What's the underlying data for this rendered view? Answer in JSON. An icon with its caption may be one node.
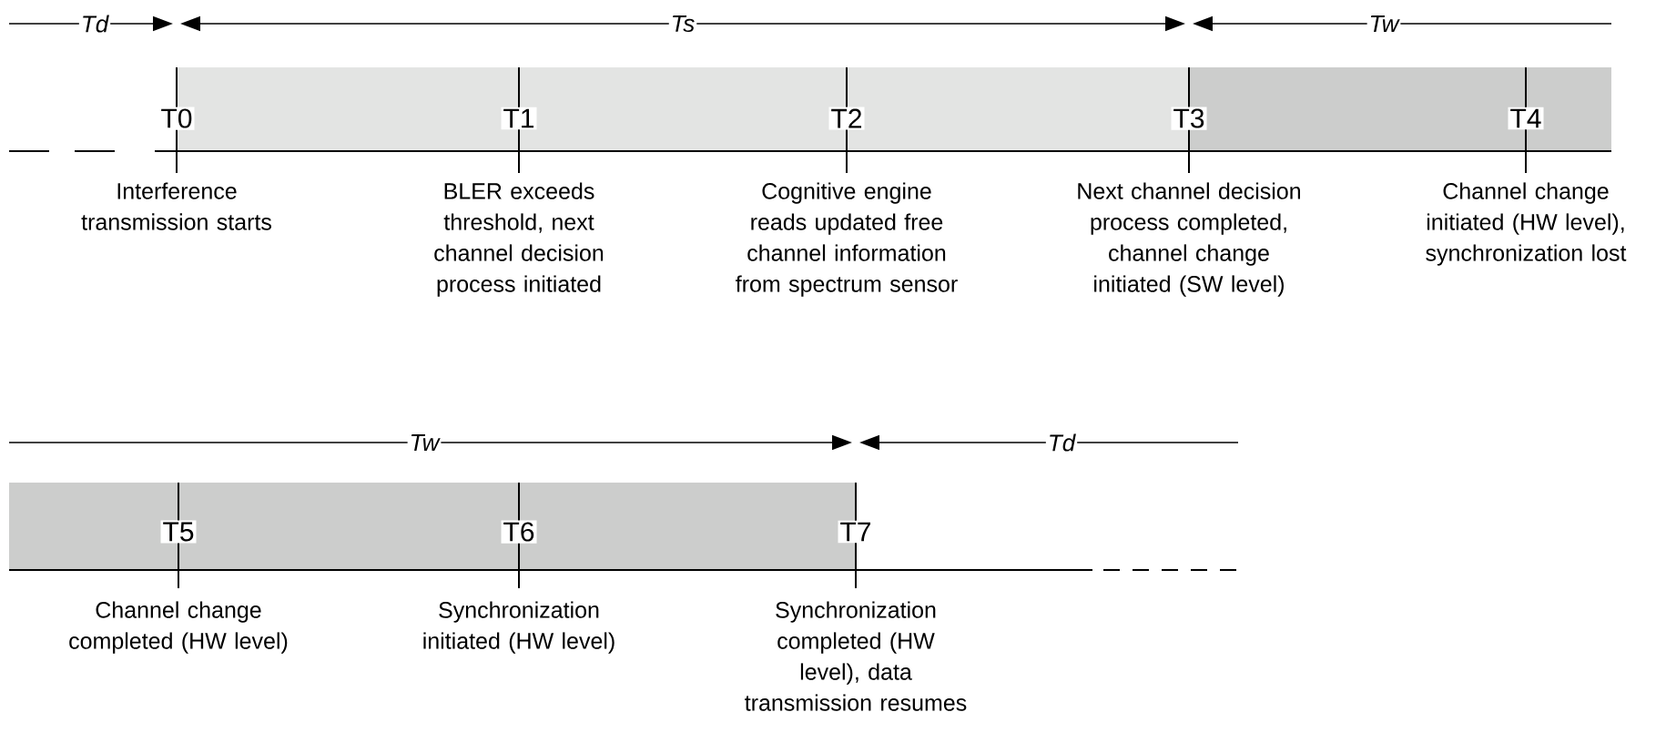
{
  "diagram": {
    "labels": [
      "Td",
      "Ts",
      "Tw",
      "T0",
      "T1",
      "T2",
      "T3",
      "T4",
      "Interference transmission starts",
      "BLER exceeds threshold, next channel decision process initiated",
      "Cognitive engine reads updated free channel information from spectrum sensor",
      "Next channel decision process completed, channel change initiated (SW level)",
      "Channel change initiated (HW level), synchronization lost",
      "Tw",
      "Td",
      "T5",
      "T6",
      "T7",
      "Channel change completed (HW level)",
      "Synchronization initiated (HW level)",
      "Synchronization completed (HW level), data transmission resumes"
    ]
  }
}
